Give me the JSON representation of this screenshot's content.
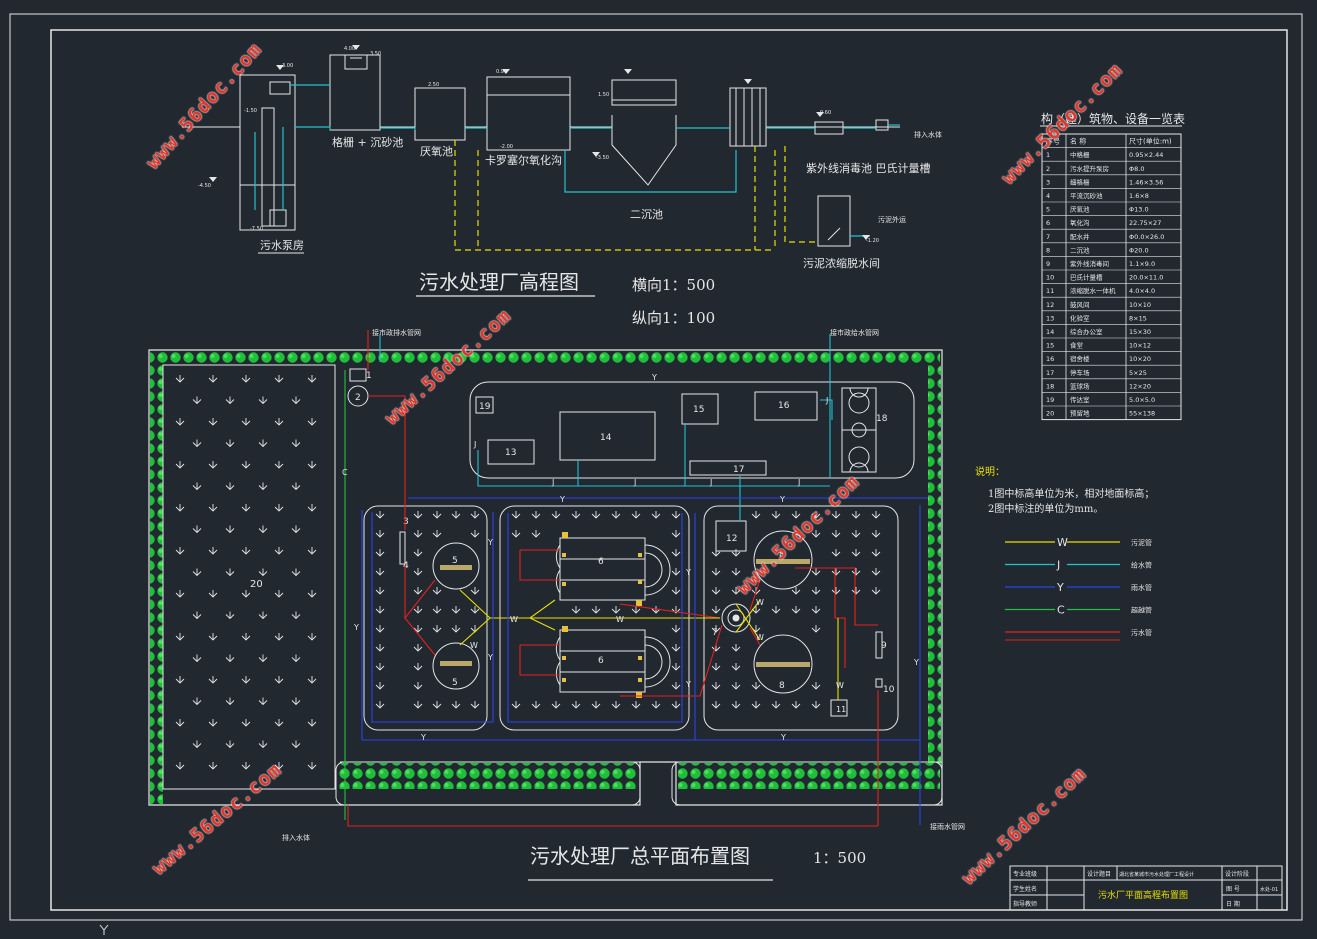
{
  "elevation_title": "污水处理厂高程图",
  "elevation_scale_h": "横向1：500",
  "elevation_scale_v": "纵向1：100",
  "layout_title": "污水处理厂总平面布置图",
  "layout_scale": "1：500",
  "elevation_labels": {
    "pump_house": "污水泵房",
    "grid_grit": "格栅 + 沉砂池",
    "anaerobic": "厌氧池",
    "carrousel": "卡罗塞尔氧化沟",
    "secondary": "二沉池",
    "uv_parshall": "紫外线消毒池 巴氏计量槽",
    "discharge": "排入水体",
    "sludge_out": "污泥外运",
    "sludge_room": "污泥浓缩脱水间",
    "elev_a": "3.00",
    "elev_b": "-4.50",
    "elev_c": "-7.50",
    "elev_d": "-1.50",
    "elev_e": "4.00",
    "elev_f": "3.50",
    "elev_g": "2.50",
    "elev_h": "0.90",
    "elev_i": "-2.00",
    "elev_j": "1.50",
    "elev_k": "-3.50",
    "elev_l": "0.60",
    "elev_m": "-1.20"
  },
  "table": {
    "title": "构（建）筑物、设备一览表",
    "headers": [
      "序号",
      "名      称",
      "尺寸(单位:m)"
    ],
    "rows": [
      [
        "1",
        "中格栅",
        "0.95×2.44"
      ],
      [
        "2",
        "污水提升泵房",
        "Φ8.0"
      ],
      [
        "3",
        "细格栅",
        "1.46×3.56"
      ],
      [
        "4",
        "平流沉砂池",
        "1.6×8"
      ],
      [
        "5",
        "厌氧池",
        "Φ13.0"
      ],
      [
        "6",
        "氧化沟",
        "22.75×27"
      ],
      [
        "7",
        "配水井",
        "Φ0.0×26.0"
      ],
      [
        "8",
        "二沉池",
        "Φ20.0"
      ],
      [
        "9",
        "紫外线消毒间",
        "1.1×9.0"
      ],
      [
        "10",
        "巴氏计量槽",
        "20.0×11.0"
      ],
      [
        "11",
        "浓缩脱水一体机",
        "4.0×4.0"
      ],
      [
        "12",
        "鼓风间",
        "10×10"
      ],
      [
        "13",
        "化验室",
        "8×15"
      ],
      [
        "14",
        "综合办公室",
        "15×30"
      ],
      [
        "15",
        "食堂",
        "10×12"
      ],
      [
        "16",
        "宿舍楼",
        "10×20"
      ],
      [
        "17",
        "停车场",
        "5×25"
      ],
      [
        "18",
        "篮球场",
        "12×20"
      ],
      [
        "19",
        "传达室",
        "5.0×5.0"
      ],
      [
        "20",
        "预留地",
        "55×138"
      ]
    ]
  },
  "notes": {
    "heading": "说明：",
    "line1": "1图中标高单位为米，相对地面标高；",
    "line2": "2图中标注的单位为mm。"
  },
  "legend": [
    {
      "letter": "W",
      "label": "污泥管",
      "color": "#e8e000"
    },
    {
      "letter": "J",
      "label": "给水管",
      "color": "#22c2d0"
    },
    {
      "letter": "Y",
      "label": "雨水管",
      "color": "#2a44e8"
    },
    {
      "letter": "C",
      "label": "超越管",
      "color": "#22c040"
    },
    {
      "letter": "",
      "label": "污水管",
      "color": "#e8201c"
    }
  ],
  "site_labels": {
    "feed_top_left": "接市政排水管网",
    "feed_top_right": "接市政给水管网",
    "out_bottom_left": "排入水体",
    "out_bottom_right": "接雨水管网"
  },
  "title_block": {
    "r1c1": "专业班级",
    "r1c2": "",
    "r1c3": "设计题目",
    "r1c4": "湖北省某城市污水处理厂工程设计",
    "r1c5": "设计阶段",
    "r2c1": "学生姓名",
    "r2c3": "污水厂平面高程布置图",
    "r2c4": "图 号",
    "r2c5": "水处-01",
    "r3c1": "指导教师",
    "r3c4": "日 期"
  },
  "watermark": "www.56doc.com",
  "colors": {
    "background": "#212830",
    "line": "#e6e6e6",
    "sewage": "#e8201c",
    "sludge": "#e8e000",
    "water": "#22c2d0",
    "rain": "#2a44e8",
    "bypass": "#22c040",
    "tree": "#1fbf3a"
  }
}
